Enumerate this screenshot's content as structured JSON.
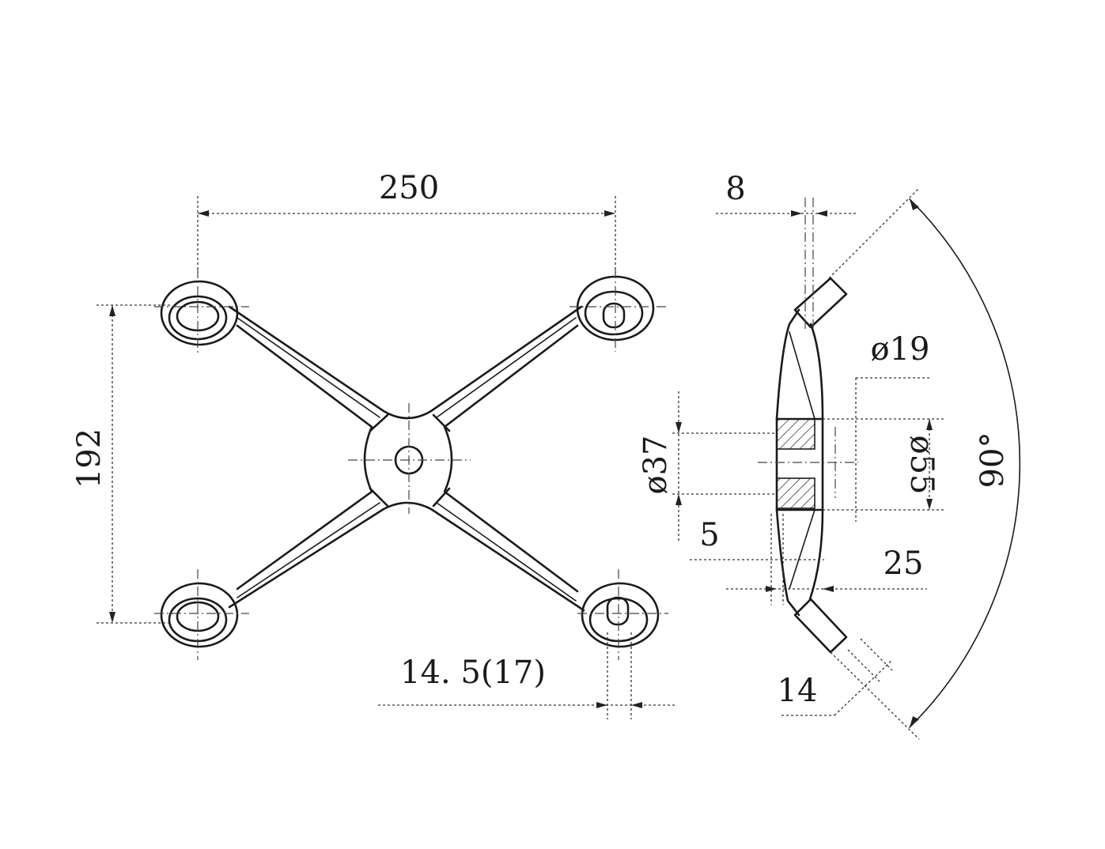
{
  "drawing": {
    "dimensions": {
      "width_span": "250",
      "height_span": "192",
      "pin_offset": "14. 5(17)",
      "plate_thickness": "8",
      "hole_small": "ø19",
      "hole_large": "ø55",
      "bore": "ø37",
      "gap": "5",
      "depth": "25",
      "arm_width": "14",
      "angle": "90°"
    }
  }
}
